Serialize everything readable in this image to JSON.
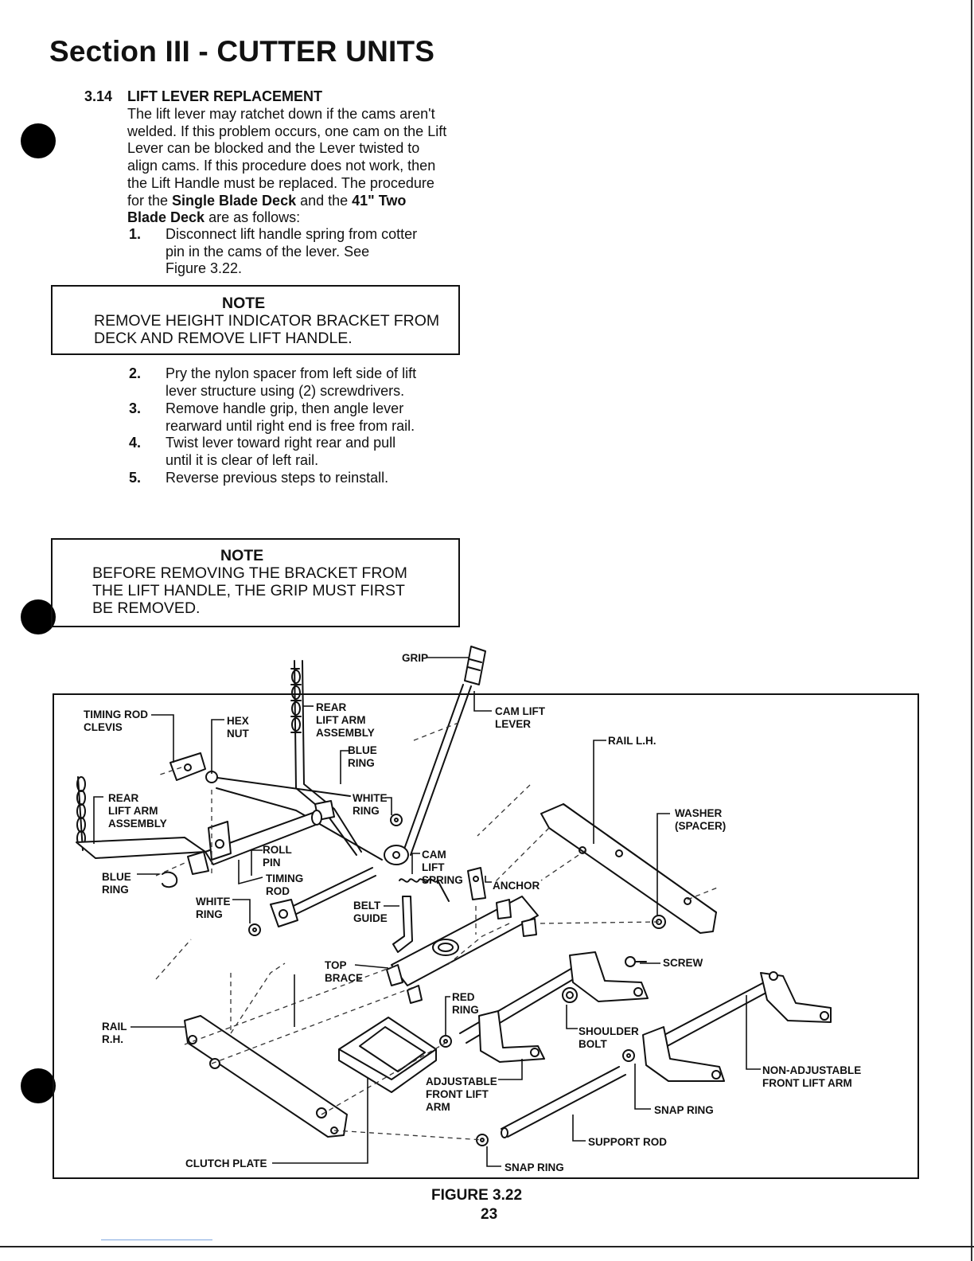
{
  "header": {
    "section_title": "Section III - CUTTER UNITS"
  },
  "subsection": {
    "number": "3.14",
    "title": "LIFT LEVER REPLACEMENT",
    "intro_lines": [
      "The lift lever may ratchet down if the cams aren't",
      "welded.  If this problem occurs, one cam on the Lift",
      "Lever can be blocked and the Lever twisted to",
      "align cams.  If this procedure does not work, then",
      "the Lift Handle must be replaced.  The procedure"
    ],
    "intro_line6": {
      "a": "for the ",
      "b": "Single Blade Deck",
      "c": " and the ",
      "d": "41\" Two"
    },
    "intro_line7": {
      "a": "Blade Deck",
      "b": " are as follows:"
    }
  },
  "steps": [
    {
      "num": "1.",
      "lines": [
        "Disconnect lift handle spring from cotter",
        "pin in the cams of the lever.  See",
        "Figure 3.22."
      ]
    },
    {
      "num": "2.",
      "lines": [
        "Pry the nylon spacer from left side of lift",
        "lever structure using (2) screwdrivers."
      ]
    },
    {
      "num": "3.",
      "lines": [
        "Remove handle grip, then angle lever",
        "rearward until right end is free from rail."
      ]
    },
    {
      "num": "4.",
      "lines": [
        "Twist lever toward right rear and pull",
        "until it is clear of left rail."
      ]
    },
    {
      "num": "5.",
      "lines": [
        "Reverse previous steps to reinstall."
      ]
    }
  ],
  "note1": {
    "title": "NOTE",
    "lines": [
      "REMOVE HEIGHT INDICATOR BRACKET FROM",
      "DECK AND REMOVE LIFT HANDLE."
    ]
  },
  "note2": {
    "title": "NOTE",
    "lines": [
      "BEFORE REMOVING THE BRACKET FROM",
      "THE LIFT HANDLE, THE GRIP MUST FIRST",
      "BE REMOVED."
    ]
  },
  "figure": {
    "caption": "FIGURE 3.22",
    "labels": {
      "grip": "GRIP",
      "timing_rod_clevis": [
        "TIMING ROD",
        "CLEVIS"
      ],
      "hex_nut": [
        "HEX",
        "NUT"
      ],
      "rear_lift_arm_top": [
        "REAR",
        "LIFT ARM",
        "ASSEMBLY"
      ],
      "cam_lift_lever": [
        "CAM LIFT",
        "LEVER"
      ],
      "blue_ring_top": [
        "BLUE",
        "RING"
      ],
      "rail_lh": "RAIL L.H.",
      "rear_lift_arm_left": [
        "REAR",
        "LIFT ARM",
        "ASSEMBLY"
      ],
      "white_ring_top": [
        "WHITE",
        "RING"
      ],
      "washer": [
        "WASHER",
        "(SPACER)"
      ],
      "roll_pin": [
        "ROLL",
        "PIN"
      ],
      "cam_lift_spring": [
        "CAM",
        "LIFT",
        "SPRING"
      ],
      "anchor": "ANCHOR",
      "blue_ring_left": [
        "BLUE",
        "RING"
      ],
      "timing_rod": [
        "TIMING",
        "ROD"
      ],
      "white_ring_left": [
        "WHITE",
        "RING"
      ],
      "belt_guide": [
        "BELT",
        "GUIDE"
      ],
      "screw": "SCREW",
      "top_brace": [
        "TOP",
        "BRACE"
      ],
      "red_ring": [
        "RED",
        "RING"
      ],
      "rail_rh": [
        "RAIL",
        "R.H."
      ],
      "shoulder_bolt": [
        "SHOULDER",
        "BOLT"
      ],
      "non_adjustable": [
        "NON-ADJUSTABLE",
        "FRONT LIFT ARM"
      ],
      "adjustable": [
        "ADJUSTABLE",
        "FRONT LIFT",
        "ARM"
      ],
      "snap_ring_right": "SNAP RING",
      "support_rod": "SUPPORT ROD",
      "clutch_plate": "CLUTCH PLATE",
      "snap_ring_bottom": "SNAP RING"
    }
  },
  "footer": {
    "page_number": "23"
  }
}
